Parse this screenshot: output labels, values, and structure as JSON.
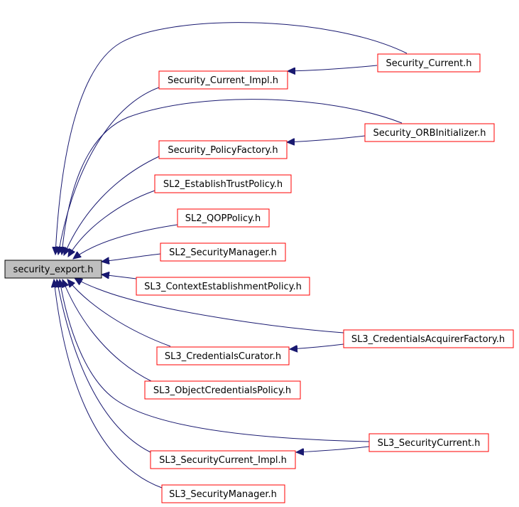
{
  "colors": {
    "edge": "#191970",
    "node_border": "#ff0000",
    "root_fill": "#bfbfbf",
    "root_border": "#000000",
    "node_fill": "#ffffff"
  },
  "root": {
    "id": "security_export",
    "label": "security_export.h"
  },
  "nodes": [
    {
      "id": "security_current",
      "label": "Security_Current.h"
    },
    {
      "id": "security_current_impl",
      "label": "Security_Current_Impl.h"
    },
    {
      "id": "security_orbinitializer",
      "label": "Security_ORBInitializer.h"
    },
    {
      "id": "security_policyfactory",
      "label": "Security_PolicyFactory.h"
    },
    {
      "id": "sl2_establishtrustpolicy",
      "label": "SL2_EstablishTrustPolicy.h"
    },
    {
      "id": "sl2_qoppolicy",
      "label": "SL2_QOPPolicy.h"
    },
    {
      "id": "sl2_securitymanager",
      "label": "SL2_SecurityManager.h"
    },
    {
      "id": "sl3_contextestablishmentpolicy",
      "label": "SL3_ContextEstablishmentPolicy.h"
    },
    {
      "id": "sl3_credentialsacquirerfactory",
      "label": "SL3_CredentialsAcquirerFactory.h"
    },
    {
      "id": "sl3_credentialscurator",
      "label": "SL3_CredentialsCurator.h"
    },
    {
      "id": "sl3_objectcredentialspolicy",
      "label": "SL3_ObjectCredentialsPolicy.h"
    },
    {
      "id": "sl3_securitycurrent",
      "label": "SL3_SecurityCurrent.h"
    },
    {
      "id": "sl3_securitycurrent_impl",
      "label": "SL3_SecurityCurrent_Impl.h"
    },
    {
      "id": "sl3_securitymanager",
      "label": "SL3_SecurityManager.h"
    }
  ],
  "edges": [
    {
      "from": "security_current",
      "to": "security_export"
    },
    {
      "from": "security_current",
      "to": "security_current_impl"
    },
    {
      "from": "security_current_impl",
      "to": "security_export"
    },
    {
      "from": "security_orbinitializer",
      "to": "security_export"
    },
    {
      "from": "security_orbinitializer",
      "to": "security_policyfactory"
    },
    {
      "from": "security_policyfactory",
      "to": "security_export"
    },
    {
      "from": "sl2_establishtrustpolicy",
      "to": "security_export"
    },
    {
      "from": "sl2_qoppolicy",
      "to": "security_export"
    },
    {
      "from": "sl2_securitymanager",
      "to": "security_export"
    },
    {
      "from": "sl3_contextestablishmentpolicy",
      "to": "security_export"
    },
    {
      "from": "sl3_credentialsacquirerfactory",
      "to": "security_export"
    },
    {
      "from": "sl3_credentialsacquirerfactory",
      "to": "sl3_credentialscurator"
    },
    {
      "from": "sl3_credentialscurator",
      "to": "security_export"
    },
    {
      "from": "sl3_objectcredentialspolicy",
      "to": "security_export"
    },
    {
      "from": "sl3_securitycurrent",
      "to": "security_export"
    },
    {
      "from": "sl3_securitycurrent",
      "to": "sl3_securitycurrent_impl"
    },
    {
      "from": "sl3_securitycurrent_impl",
      "to": "security_export"
    },
    {
      "from": "sl3_securitymanager",
      "to": "security_export"
    }
  ]
}
